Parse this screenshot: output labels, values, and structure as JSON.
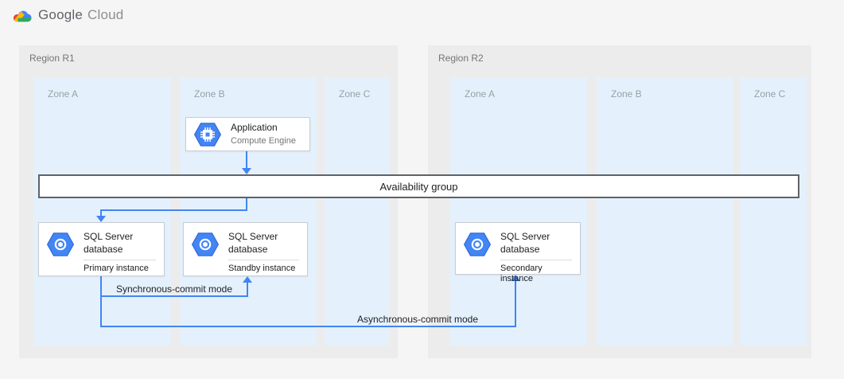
{
  "header": {
    "logo": {
      "brand": "Google",
      "product": "Cloud"
    }
  },
  "regions": [
    {
      "label": "Region R1",
      "zones": [
        "Zone A",
        "Zone B",
        "Zone C"
      ]
    },
    {
      "label": "Region R2",
      "zones": [
        "Zone A",
        "Zone B",
        "Zone C"
      ]
    }
  ],
  "nodes": {
    "application": {
      "title": "Application",
      "subtitle": "Compute Engine",
      "icon": "compute-engine-icon"
    },
    "availability_group": {
      "label": "Availability group"
    },
    "sql_primary": {
      "title": "SQL Server database",
      "instance": "Primary instance",
      "icon": "sql-server-database-icon"
    },
    "sql_standby": {
      "title": "SQL Server database",
      "instance": "Standby instance",
      "icon": "sql-server-database-icon"
    },
    "sql_secondary": {
      "title": "SQL Server database",
      "instance": "Secondary instance",
      "icon": "sql-server-database-icon"
    }
  },
  "edges": {
    "sync": {
      "label": "Synchronous-commit mode"
    },
    "async": {
      "label": "Asynchronous-commit mode"
    }
  },
  "colors": {
    "connector_blue": "#4285f4",
    "icon_blue": "#4285f4",
    "zone_fill": "#e4f1fc",
    "region_fill": "#ececec",
    "page_background": "#f5f5f5",
    "logo_red": "#ea4335",
    "logo_yellow": "#fbbc05",
    "logo_green": "#34a853"
  }
}
